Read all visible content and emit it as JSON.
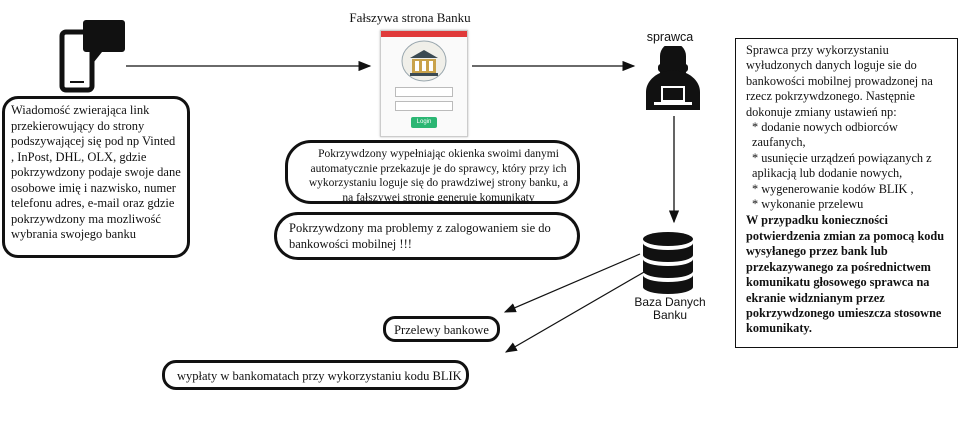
{
  "labels": {
    "fake_bank": "Fałszywa strona Banku",
    "fraudster": "sprawca",
    "bank_db": "Baza Danych\nBanku",
    "login_button": "Login"
  },
  "sms_text": "Wiadomość zwierająca link przekierowujący do strony podszywającej się pod np Vinted , InPost, DHL, OLX, gdzie pokrzywdzony podaje swoje dane osobowe imię i nazwisko, numer telefonu adres, e-mail oraz gdzie pokrzywdzony ma mozliwość wybrania swojego banku",
  "victim_text": "Pokrzywdzony wypełniając okienka swoimi danymi automatycznie przekazuje je do sprawcy, który przy ich wykorzystaniu loguje się do prawdziwej strony banku, a na fałszywej stronie generuje komunikaty",
  "problem_text": "Pokrzywdzony ma problemy z zalogowaniem sie do bankowości mobilnej !!!",
  "right_box": {
    "intro": "Sprawca przy wykorzystaniu wyłudzonych danych loguje sie do bankowości mobilnej prowadzonej na rzecz pokrzywdzonego. Następnie dokonuje zmiany ustawień np:",
    "items": [
      "* dodanie nowych odbiorców zaufanych,",
      "* usunięcie urządzeń powiązanych z aplikacją lub dodanie nowych,",
      "* wygenerowanie kodów BLIK ,",
      "* wykonanie przelewu"
    ],
    "bold_text": "W przypadku konieczności potwierdzenia zmian za pomocą kodu wysyłanego przez bank lub przekazywanego za pośrednictwem komunikatu głosowego sprawca na ekranie widznianym przez pokrzywdzonego umieszcza stosowne komunikaty."
  },
  "przelewy": "Przelewy bankowe",
  "wyplaty": "wypłaty w bankomatach przy wykorzystaniu kodu BLIK",
  "colors": {
    "login_green": "#2bb673",
    "bank_red": "#e03a3a",
    "line": "#111111"
  }
}
